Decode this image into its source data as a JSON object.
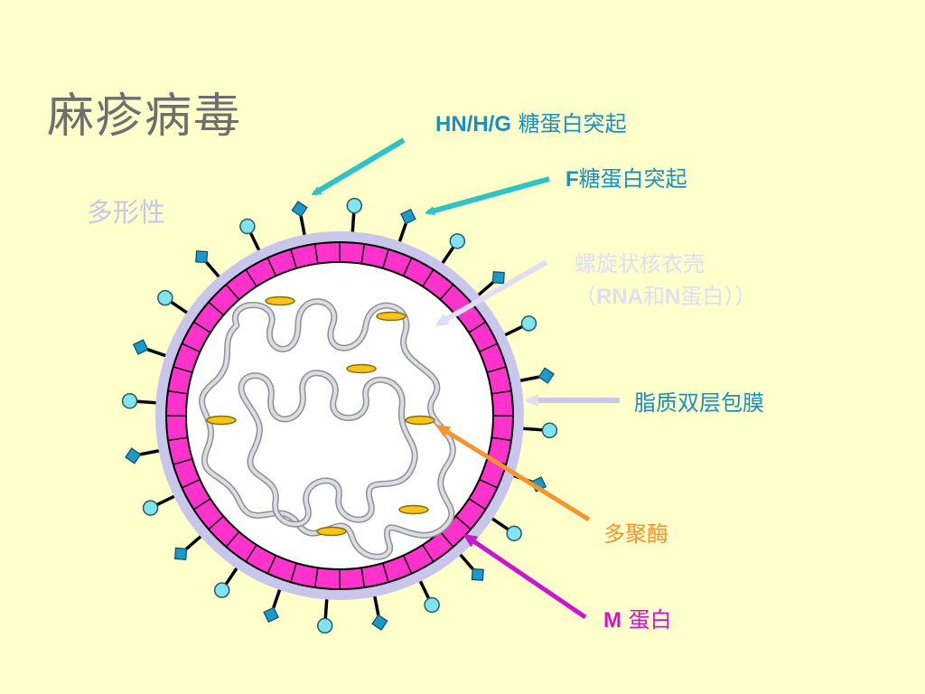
{
  "title": "麻疹病毒",
  "subtitle": "多形性",
  "labels": {
    "hn": {
      "latin": "HN/H/G",
      "cjk": " 糖蛋白突起",
      "color": "#1a8fc4"
    },
    "f": {
      "latin": "F",
      "cjk": "糖蛋白突起",
      "color": "#1a8fc4"
    },
    "capsid_line1": "螺旋状核衣壳",
    "capsid_line2_open": "（",
    "capsid_line2_latin": "RNA",
    "capsid_line2_mid": "和",
    "capsid_line2_n": "N",
    "capsid_line2_close": "蛋白））",
    "capsid_color": "#e0def2",
    "envelope": "脂质双层包膜",
    "envelope_color": "#1a8fc4",
    "polymerase": "多聚酶",
    "polymerase_color": "#f7942d",
    "m_latin": "M",
    "m_cjk": " 蛋白",
    "m_color": "#cc15cc"
  },
  "colors": {
    "background": "#ffffcc",
    "membrane_outer": "#c8c6ea",
    "membrane_pink": "#ff33cc",
    "spike_circle": "#7fe3f0",
    "spike_diamond": "#1a9ac9",
    "arrow_hn": "#2ec4c4",
    "arrow_polymerase": "#f7942d",
    "arrow_m": "#cc15cc",
    "arrow_capsid": "#e0def2",
    "nucleocapsid": "#d2d2d8",
    "polymerase_body": "#f5c518"
  }
}
